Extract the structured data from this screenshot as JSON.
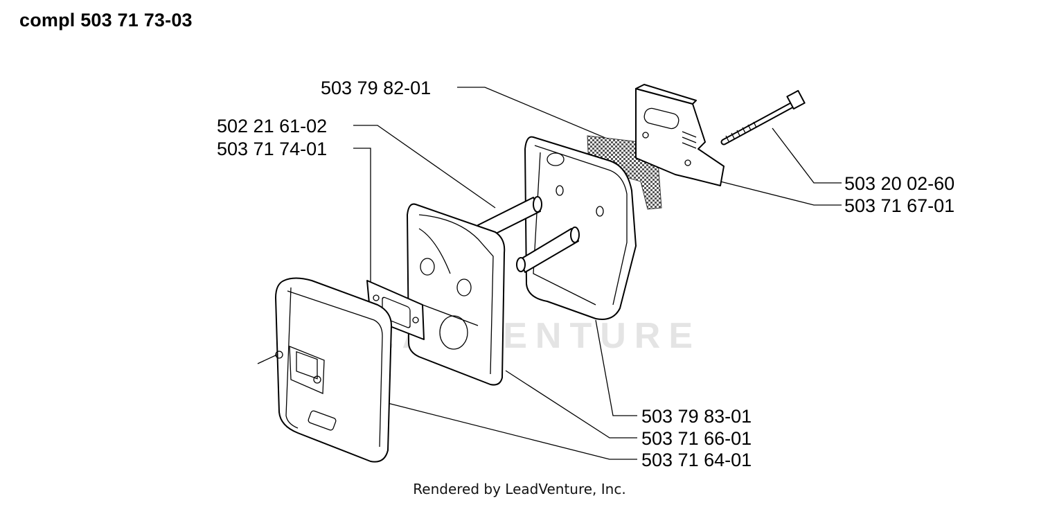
{
  "title": "compl 503 71 73-03",
  "footer": "Rendered by LeadVenture, Inc.",
  "watermark": "LEADVENTURE",
  "part_numbers": [
    "503 79 82-01",
    "502 21 61-02",
    "503 71 74-01",
    "503 20 02-60",
    "503 71 67-01",
    "503 79 83-01",
    "503 71 66-01",
    "503 71 64-01"
  ]
}
